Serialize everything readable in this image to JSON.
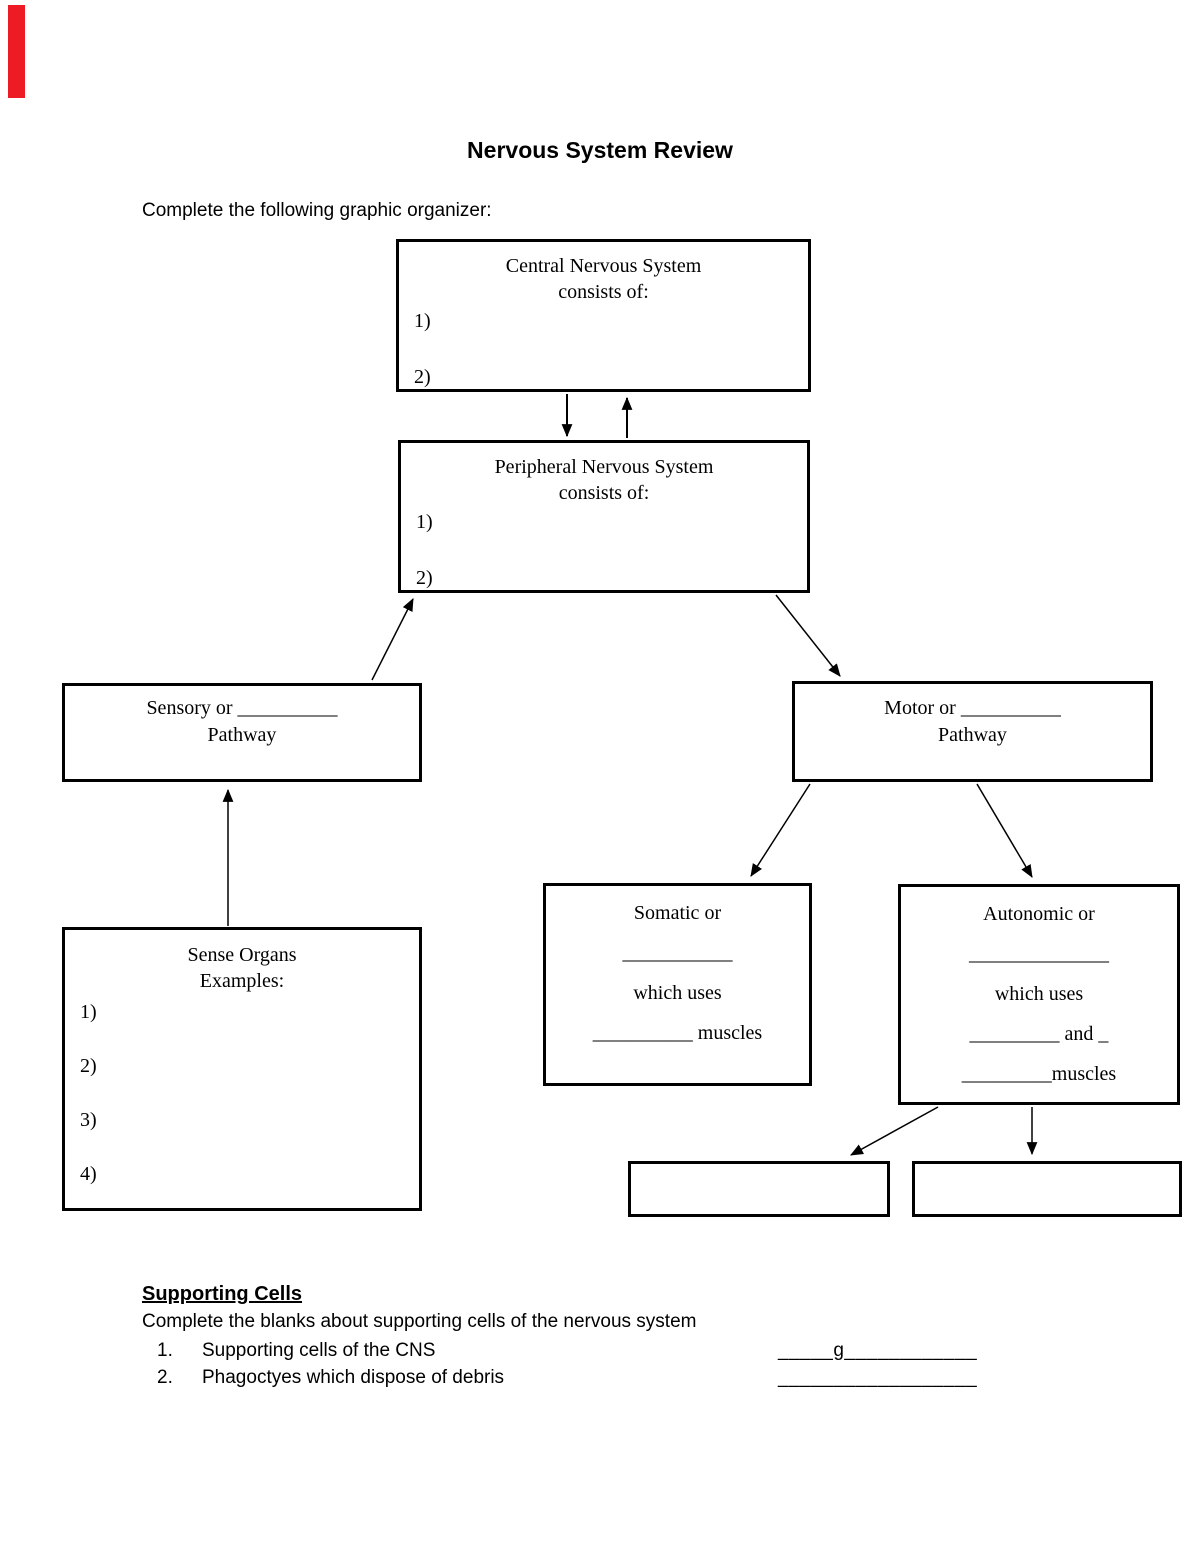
{
  "page": {
    "title": "Nervous System Review",
    "instruction": "Complete the following graphic organizer:"
  },
  "diagram": {
    "cns_box": {
      "title_line1": "Central Nervous System",
      "title_line2": "consists of:",
      "items": [
        "1)",
        "2)"
      ]
    },
    "pns_box": {
      "title_line1": "Peripheral Nervous System",
      "title_line2": "consists of:",
      "items": [
        "1)",
        "2)"
      ]
    },
    "sensory_box": {
      "line1": "Sensory or __________",
      "line2": "Pathway"
    },
    "motor_box": {
      "line1": "Motor or __________",
      "line2": "Pathway"
    },
    "somatic_box": {
      "line1": "Somatic or",
      "line2": "___________",
      "line3": "which uses",
      "line4": "__________ muscles"
    },
    "autonomic_box": {
      "line1": "Autonomic or",
      "line2": "______________",
      "line3": "which uses",
      "line4": "_________ and _",
      "line5": "_________muscles"
    },
    "sense_organs_box": {
      "title_line1": "Sense Organs",
      "title_line2": "Examples:",
      "items": [
        "1)",
        "2)",
        "3)",
        "4)"
      ]
    },
    "connections": [
      {
        "from": "cns-box",
        "to": "pns-box"
      },
      {
        "from": "pns-box",
        "to": "cns-box"
      },
      {
        "from": "sensory-box",
        "to": "pns-box"
      },
      {
        "from": "pns-box",
        "to": "motor-box"
      },
      {
        "from": "motor-box",
        "to": "somatic-box"
      },
      {
        "from": "motor-box",
        "to": "autonomic-box"
      },
      {
        "from": "sense-organs-box",
        "to": "sensory-box"
      },
      {
        "from": "autonomic-box",
        "to": "bottom-left-box"
      },
      {
        "from": "autonomic-box",
        "to": "bottom-right-box"
      }
    ]
  },
  "supporting_cells": {
    "heading": "Supporting Cells",
    "instruction": "Complete the blanks about supporting cells of the nervous system",
    "items": [
      {
        "number": "1.",
        "text": "Supporting cells of the CNS",
        "blank": "_____g____________"
      },
      {
        "number": "2.",
        "text": "Phagoctyes which dispose of debris",
        "blank": "__________________"
      }
    ]
  },
  "colors": {
    "marker_red": "#ed1c24",
    "line_black": "#000000"
  }
}
